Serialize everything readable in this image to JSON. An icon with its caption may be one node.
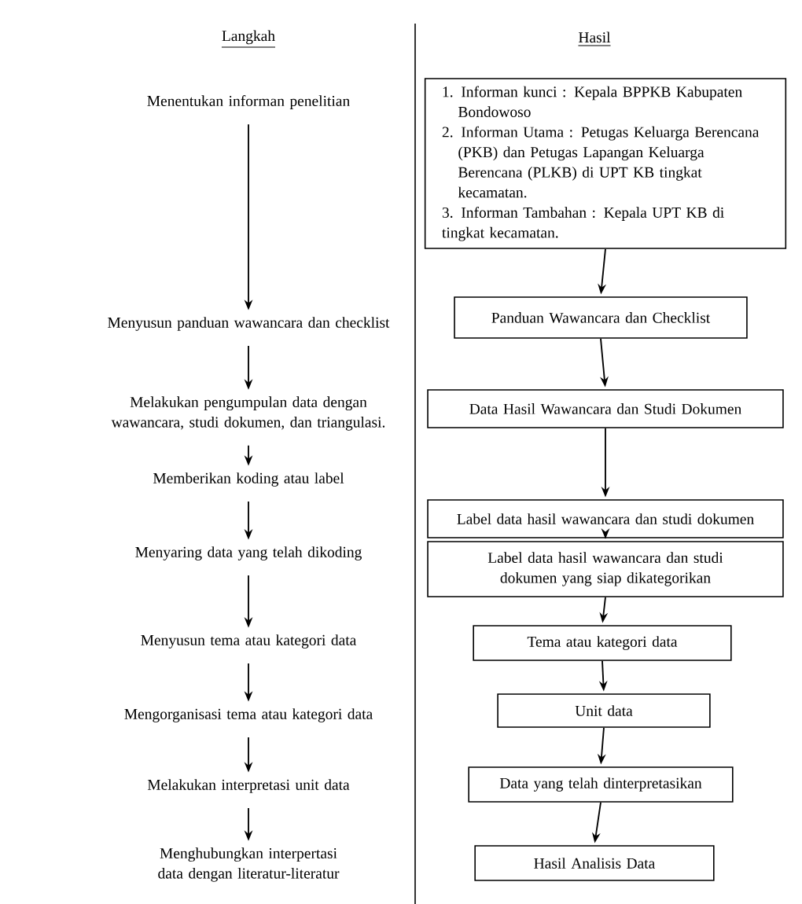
{
  "diagram": {
    "nodes": [
      {
        "text": [
          "Menentukan informan penelitian"
        ]
      },
      {
        "text": [
          "Menyusun panduan wawancara dan checklist"
        ]
      },
      {
        "text": [
          "Melakukan pengumpulan data dengan wawancara, studi dokumen, dan triangulasi."
        ]
      },
      {
        "text": [
          "Memberikan koding atau label"
        ]
      },
      {
        "text": [
          "Menyaring data yang telah dikoding"
        ]
      },
      {
        "text": [
          "Menyusun tema atau kategori data"
        ]
      },
      {
        "text": [
          "Mengorganisasi tema atau kategori data"
        ]
      },
      {
        "text": [
          "Melakukan interpretasi unit data"
        ]
      },
      {
        "text": [
          "Menghubungkan interpertasi data dengan literatur-literatur"
        ]
      },
      {
        "text": [
          "1. Informan kunci : Kepala BPPKB Kabupaten Bondowoso",
          "2. Informan Utama : Petugas Keluarga Berencana (PKB) dan Petugas Lapangan Keluarga Berencana (PLKB) di UPT KB tingkat kecamatan.",
          "3. Informan Tambahan : Kepala UPT KB di tingkat kecamatan."
        ]
      },
      {
        "text": [
          "Panduan Wawancara dan Checklist"
        ]
      },
      {
        "text": [
          "Data Hasil Wawancara dan Studi Dokumen"
        ]
      },
      {
        "text": [
          "Label data hasil wawancara dan studi dokumen"
        ]
      },
      {
        "text": [
          "Label data hasil wawancara dan studi dokumen yang siap dikategorikan"
        ]
      },
      {
        "text": [
          "Tema atau kategori data"
        ]
      },
      {
        "text": [
          "Unit data"
        ]
      },
      {
        "text": [
          "Data yang telah dinterpretasikan"
        ]
      },
      {
        "text": [
          "Hasil Analisis Data"
        ]
      }
    ],
    "edges": [
      {
        "from": 0,
        "to": 1,
        "arrow": "to"
      },
      {
        "from": 1,
        "to": 2,
        "arrow": "to"
      },
      {
        "from": 2,
        "to": 3,
        "arrow": "to"
      },
      {
        "from": 3,
        "to": 4,
        "arrow": "to"
      },
      {
        "from": 4,
        "to": 5,
        "arrow": "to"
      },
      {
        "from": 5,
        "to": 6,
        "arrow": "to"
      },
      {
        "from": 6,
        "to": 7,
        "arrow": "to"
      },
      {
        "from": 7,
        "to": 8,
        "arrow": "to"
      },
      {
        "from": 9,
        "to": 10,
        "arrow": "to"
      },
      {
        "from": 10,
        "to": 11,
        "arrow": "to"
      },
      {
        "from": 11,
        "to": 12,
        "arrow": "to"
      },
      {
        "from": 12,
        "to": 13,
        "arrow": "to"
      },
      {
        "from": 13,
        "to": 14,
        "arrow": "to"
      },
      {
        "from": 14,
        "to": 15,
        "arrow": "to"
      },
      {
        "from": 15,
        "to": 16,
        "arrow": "to"
      },
      {
        "from": 16,
        "to": 17,
        "arrow": "to"
      }
    ],
    "labels": [
      "Langkah",
      "Hasil"
    ]
  }
}
